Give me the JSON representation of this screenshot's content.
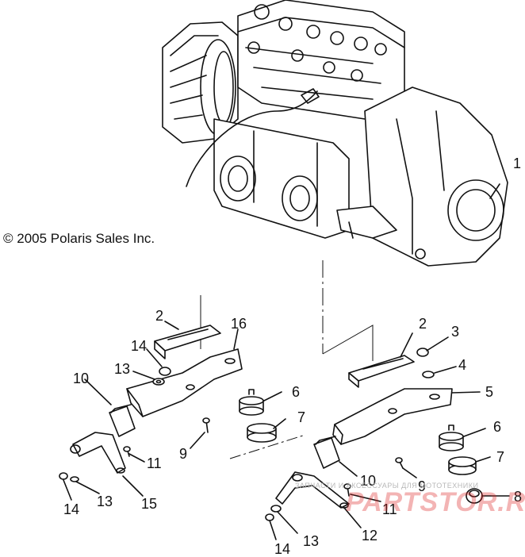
{
  "copyright": "© 2005 Polaris Sales Inc.",
  "watermark": {
    "text": "ЗАПЧАСТИ И АКСЕССУАРЫ ДЛЯ МОТОТЕХНИКИ",
    "logo": "PARTSTOR.RU",
    "logo_color": "#dc2828"
  },
  "callouts": [
    "1",
    "2",
    "2",
    "3",
    "4",
    "5",
    "6",
    "6",
    "7",
    "7",
    "8",
    "9",
    "9",
    "10",
    "10",
    "11",
    "11",
    "12",
    "13",
    "13",
    "13",
    "14",
    "14",
    "14",
    "15",
    "16"
  ]
}
